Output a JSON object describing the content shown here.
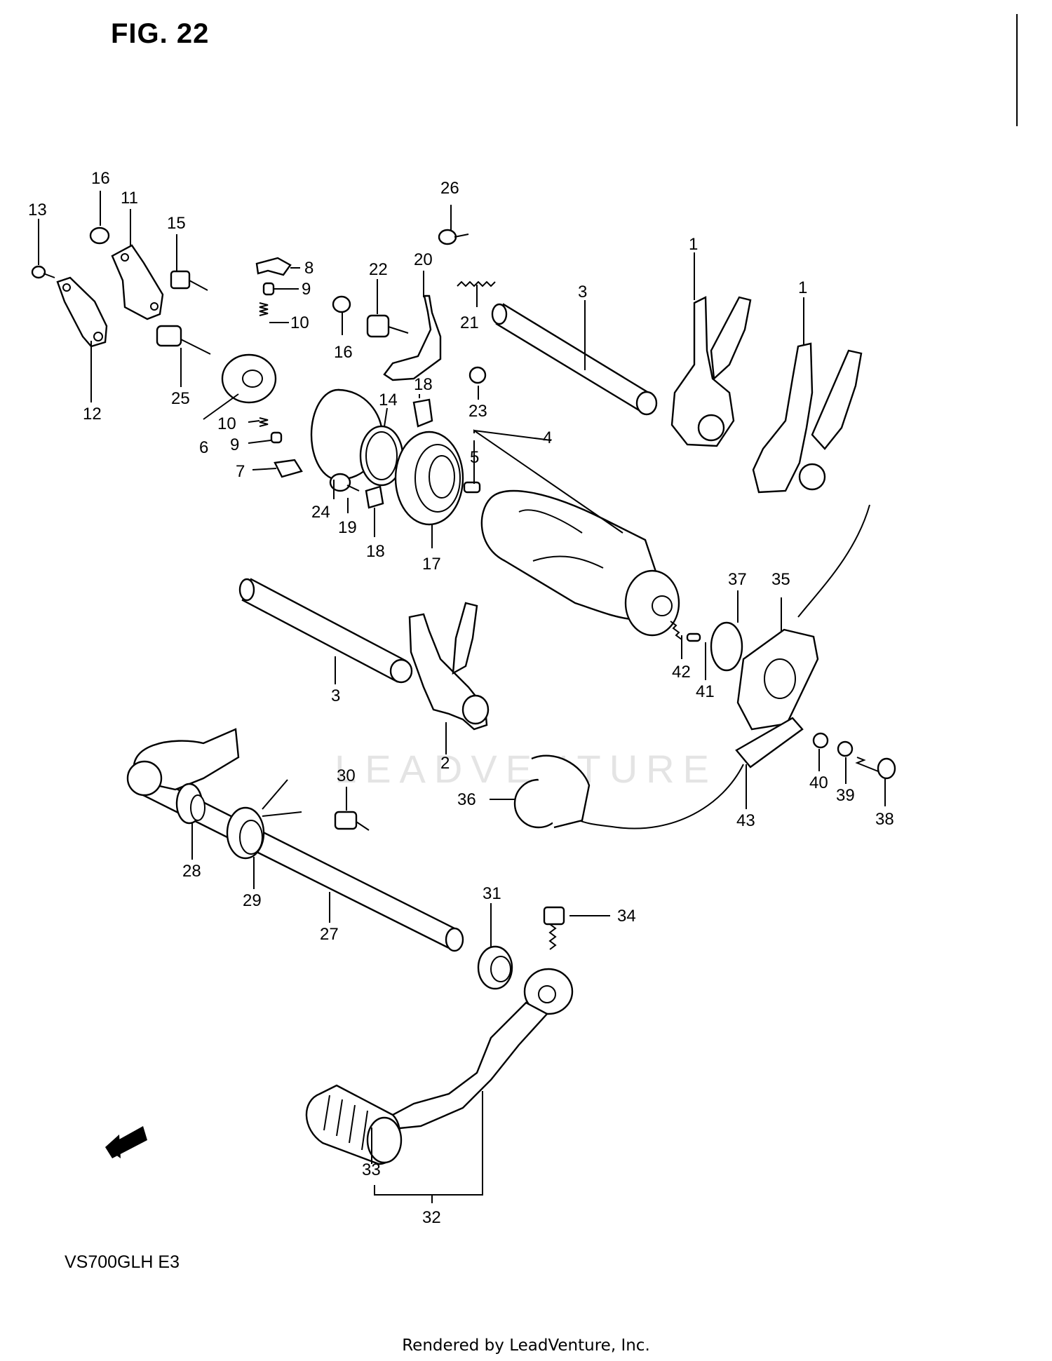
{
  "figure": {
    "title": "FIG. 22",
    "model": "VS700GLH E3",
    "footer": "Rendered by LeadVenture, Inc.",
    "watermark": "LEADVENTURE",
    "fwd_arrow": "FWD"
  },
  "callouts": [
    {
      "id": "c13",
      "label": "13"
    },
    {
      "id": "c16a",
      "label": "16"
    },
    {
      "id": "c11",
      "label": "11"
    },
    {
      "id": "c15",
      "label": "15"
    },
    {
      "id": "c12",
      "label": "12"
    },
    {
      "id": "c25",
      "label": "25"
    },
    {
      "id": "c6",
      "label": "6"
    },
    {
      "id": "c8",
      "label": "8"
    },
    {
      "id": "c9a",
      "label": "9"
    },
    {
      "id": "c10a",
      "label": "10"
    },
    {
      "id": "c10b",
      "label": "10"
    },
    {
      "id": "c9b",
      "label": "9"
    },
    {
      "id": "c7",
      "label": "7"
    },
    {
      "id": "c26",
      "label": "26"
    },
    {
      "id": "c20",
      "label": "20"
    },
    {
      "id": "c22",
      "label": "22"
    },
    {
      "id": "c16b",
      "label": "16"
    },
    {
      "id": "c21",
      "label": "21"
    },
    {
      "id": "c18a",
      "label": "18"
    },
    {
      "id": "c23",
      "label": "23"
    },
    {
      "id": "c14",
      "label": "14"
    },
    {
      "id": "c24",
      "label": "24"
    },
    {
      "id": "c19",
      "label": "19"
    },
    {
      "id": "c18b",
      "label": "18"
    },
    {
      "id": "c17",
      "label": "17"
    },
    {
      "id": "c5",
      "label": "5"
    },
    {
      "id": "c4",
      "label": "4"
    },
    {
      "id": "c3a",
      "label": "3"
    },
    {
      "id": "c1a",
      "label": "1"
    },
    {
      "id": "c1b",
      "label": "1"
    },
    {
      "id": "c3b",
      "label": "3"
    },
    {
      "id": "c2",
      "label": "2"
    },
    {
      "id": "c37",
      "label": "37"
    },
    {
      "id": "c35",
      "label": "35"
    },
    {
      "id": "c42",
      "label": "42"
    },
    {
      "id": "c41",
      "label": "41"
    },
    {
      "id": "c40",
      "label": "40"
    },
    {
      "id": "c39",
      "label": "39"
    },
    {
      "id": "c38",
      "label": "38"
    },
    {
      "id": "c43",
      "label": "43"
    },
    {
      "id": "c36",
      "label": "36"
    },
    {
      "id": "c30",
      "label": "30"
    },
    {
      "id": "c28",
      "label": "28"
    },
    {
      "id": "c29",
      "label": "29"
    },
    {
      "id": "c27",
      "label": "27"
    },
    {
      "id": "c31",
      "label": "31"
    },
    {
      "id": "c34",
      "label": "34"
    },
    {
      "id": "c33",
      "label": "33"
    },
    {
      "id": "c32",
      "label": "32"
    }
  ],
  "icons": {
    "fwd": "fwd-arrow-icon",
    "parts": "exploded-gearshift-parts"
  }
}
